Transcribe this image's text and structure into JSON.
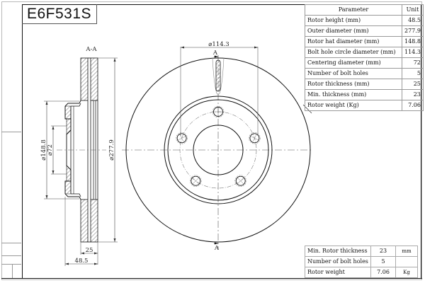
{
  "title": "E6F531S",
  "section_view": {
    "label": "A-A",
    "dimensions": {
      "hat_diameter": "⌀148.8",
      "centering_diameter": "⌀72",
      "outer_diameter": "⌀277.9",
      "thickness": "25",
      "height": "48.5"
    }
  },
  "front_view": {
    "bolt_circle_label": "⌀114.3",
    "section_marker_top": "A",
    "section_marker_bottom": "A",
    "bolt_holes": 5
  },
  "parameter_table": {
    "header": {
      "parameter": "Parameter",
      "unit": "Unit"
    },
    "rows": [
      {
        "label": "Rotor height (mm)",
        "value": "48.5"
      },
      {
        "label": "Outer diameter (mm)",
        "value": "277.9"
      },
      {
        "label": "Rotor hat diameter (mm)",
        "value": "148.8"
      },
      {
        "label": "Bolt hole circle diameter (mm)",
        "value": "114.3"
      },
      {
        "label": "Centering diameter (mm)",
        "value": "72"
      },
      {
        "label": "Number of bolt holes",
        "value": "5"
      },
      {
        "label": "Rotor thickness (mm)",
        "value": "25"
      },
      {
        "label": "Min. thickness (mm)",
        "value": "23"
      },
      {
        "label": "Rotor weight (Kg)",
        "value": "7.06"
      }
    ]
  },
  "summary_table": {
    "rows": [
      {
        "label": "Min. Rotor thickness",
        "value": "23",
        "unit": "mm"
      },
      {
        "label": "Number of bolt holes",
        "value": "5",
        "unit": ""
      },
      {
        "label": "Rotor weight",
        "value": "7.06",
        "unit": "Kg"
      }
    ]
  }
}
